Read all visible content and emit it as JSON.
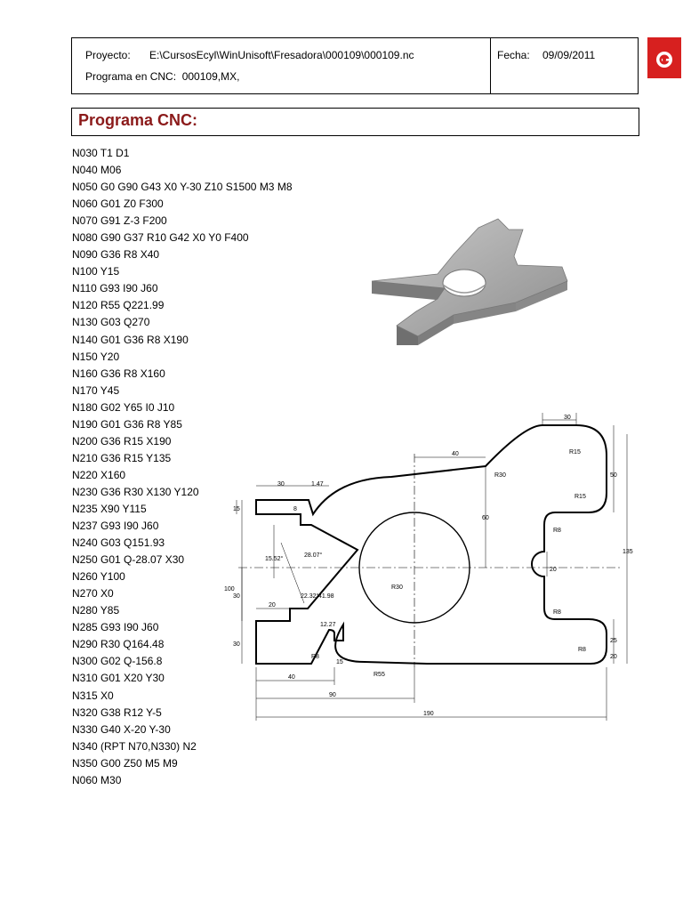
{
  "header": {
    "project_label": "Proyecto:",
    "project_path": "E:\\CursosEcyl\\WinUnisoft\\Fresadora\\000109\\000109.nc",
    "program_line": "Programa en CNC:  000109,MX,",
    "date_label": "Fecha:",
    "date_value": "09/09/2011"
  },
  "logo": {
    "icon": "red-square-logo",
    "color": "#d7201f"
  },
  "section_title": "Programa CNC:",
  "title_color": "#8b1a1a",
  "program_lines": [
    "N030 T1 D1",
    "N040 M06",
    "N050 G0 G90 G43 X0 Y-30 Z10 S1500 M3 M8",
    "N060 G01 Z0 F300",
    "N070 G91 Z-3 F200",
    "N080 G90 G37 R10 G42 X0 Y0 F400",
    "N090 G36 R8 X40",
    "N100 Y15",
    "N110 G93 I90 J60",
    "N120 R55 Q221.99",
    "N130 G03 Q270",
    "N140 G01 G36 R8 X190",
    "N150 Y20",
    "N160 G36 R8 X160",
    "N170 Y45",
    "N180 G02 Y65 I0 J10",
    "N190 G01 G36 R8 Y85",
    "N200 G36 R15 X190",
    "N210 G36 R15 Y135",
    "N220 X160",
    "N230 G36 R30 X130 Y120",
    "N235 X90 Y115",
    "N237 G93 I90 J60",
    "N240 G03 Q151.93",
    "N250 G01 Q-28.07 X30",
    "N260 Y100",
    "N270 X0",
    "N280 Y85",
    "N285 G93 I90 J60",
    "N290 R30 Q164.48",
    "N300 G02 Q-156.8",
    "N310 G01 X20 Y30",
    "N315 X0",
    "N320 G38 R12 Y-5",
    "N330 G40 X-20 Y-30",
    "N340 (RPT N70,N330) N2",
    "N350 G00 Z50 M5 M9",
    "N060 M30"
  ],
  "drawing": {
    "dimensions": {
      "d30_top": "30",
      "d40_top": "40",
      "r15_a": "R15",
      "r30": "R30",
      "d50": "50",
      "r15_b": "R15",
      "d30_left": "30",
      "d147": "1.47",
      "d15_left": "15",
      "d8": "8",
      "d60": "60",
      "r8_a": "R8",
      "d135": "135",
      "ang1552": "15.52°",
      "ang2807": "28.07°",
      "d100": "100",
      "d30_mid": "30",
      "r30_hole": "R30",
      "d20_right": "20",
      "ang2232": "22.32°",
      "d4198": "41.98",
      "d20_left": "20",
      "r8_b": "R8",
      "d25": "25",
      "d1227": "12.27",
      "d30_low": "30",
      "r8_c": "R8",
      "d15_low": "15",
      "r8_d": "R8",
      "d20_low": "20",
      "r55": "R55",
      "d40_bottom": "40",
      "d90": "90",
      "d190": "190"
    }
  }
}
